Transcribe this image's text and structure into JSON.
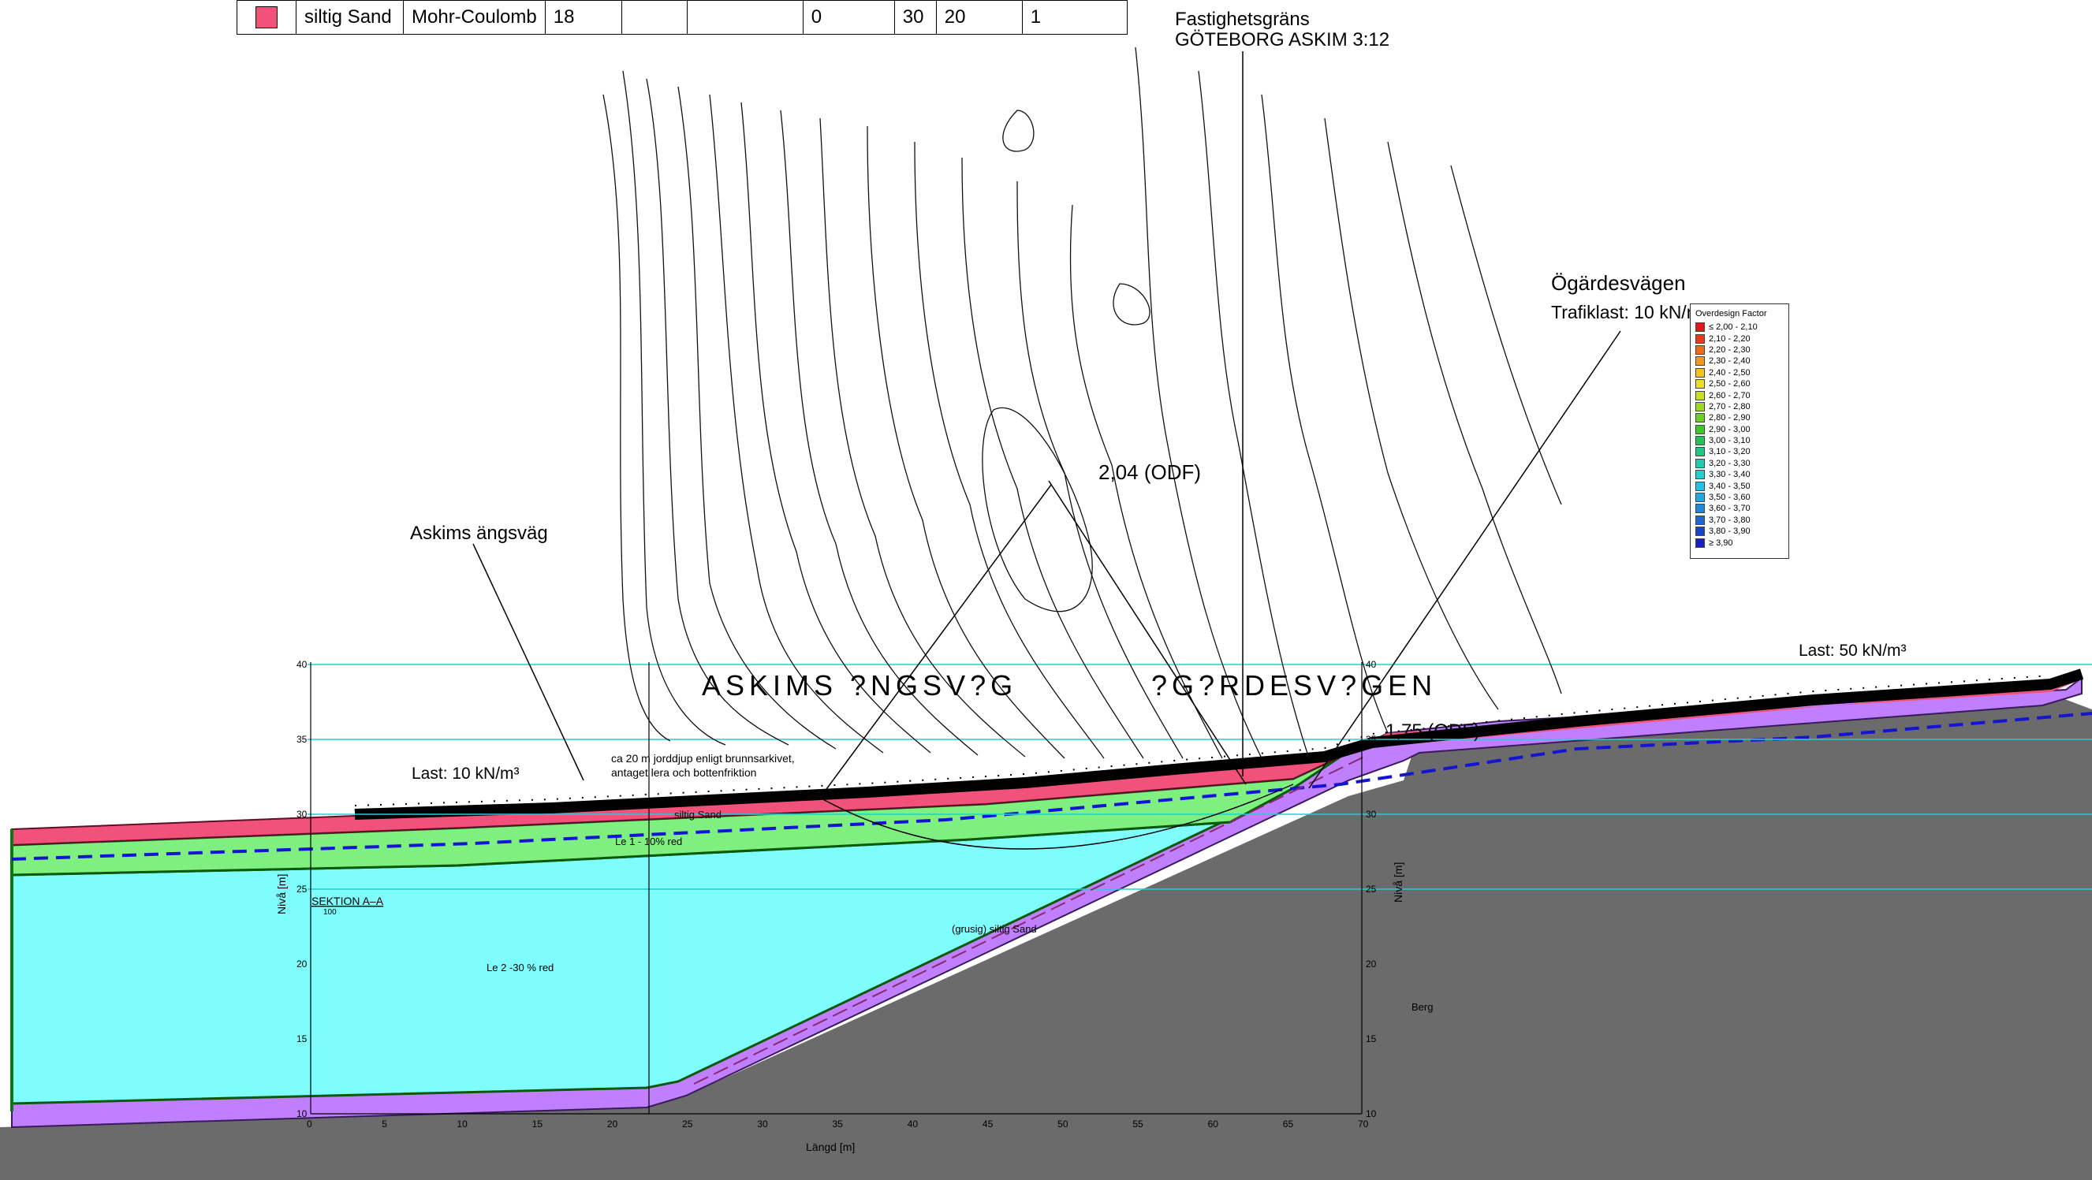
{
  "material_table": {
    "row": [
      "",
      "siltig Sand",
      "Mohr-Coulomb",
      "18",
      "",
      "",
      "0",
      "30",
      "20",
      "1"
    ],
    "swatch_color": "#f2527a"
  },
  "labels": {
    "property_line": "Fastighetsgräns",
    "property_id": "GÖTEBORG ASKIM 3:12",
    "road_right": "Ögärdesvägen",
    "traffic_load": "Trafiklast: 10 kN/m",
    "road_left": "Askims ängsväg",
    "sf_upper": "2,04 (ODF)",
    "sf_lower": "1,75 (ODF)",
    "load_left": "Last: 10 kN/m³",
    "load_right": "Last: 50 kN/m³",
    "note_line1": "ca 20 m jorddjup enligt brunnsarkivet,",
    "note_line2": "antaget lera och bottenfriktion",
    "map_text_left": "ASKIMS ?NGSV?G",
    "map_text_right": "?G?RDESV?GEN",
    "layer_siltig_sand": "siltig Sand",
    "layer_le1": "Le 1 - 10% red",
    "layer_le2": "Le 2 -30 % red",
    "layer_grusig": "(grusig) siltig Sand",
    "layer_berg": "Berg",
    "section": "SEKTION A–A",
    "section_scale": "100",
    "axis_y_label": "Nivå [m]",
    "axis_x_label": "Längd [m]"
  },
  "axis": {
    "x_ticks": [
      "0",
      "5",
      "10",
      "15",
      "20",
      "25",
      "30",
      "35",
      "40",
      "45",
      "50",
      "55",
      "60",
      "65",
      "70"
    ],
    "y_ticks": [
      "10",
      "15",
      "20",
      "25",
      "30",
      "35",
      "40"
    ]
  },
  "legend": {
    "title": "Overdesign Factor",
    "items": [
      {
        "label": "≤ 2,00 - 2,10",
        "color": "#e8141c"
      },
      {
        "label": "2,10 - 2,20",
        "color": "#ea3a1a"
      },
      {
        "label": "2,20 - 2,30",
        "color": "#ef6a19"
      },
      {
        "label": "2,30 - 2,40",
        "color": "#f39a1c"
      },
      {
        "label": "2,40 - 2,50",
        "color": "#f5c21c"
      },
      {
        "label": "2,50 - 2,60",
        "color": "#eede1c"
      },
      {
        "label": "2,60 - 2,70",
        "color": "#c8e01e"
      },
      {
        "label": "2,70 - 2,80",
        "color": "#9ed820"
      },
      {
        "label": "2,80 - 2,90",
        "color": "#6dd022"
      },
      {
        "label": "2,90 - 3,00",
        "color": "#3fc82a"
      },
      {
        "label": "3,00 - 3,10",
        "color": "#22c45a"
      },
      {
        "label": "3,10 - 3,20",
        "color": "#20c888"
      },
      {
        "label": "3,20 - 3,30",
        "color": "#20ccb0"
      },
      {
        "label": "3,30 - 3,40",
        "color": "#20d0d0"
      },
      {
        "label": "3,40 - 3,50",
        "color": "#20c4e8"
      },
      {
        "label": "3,50 - 3,60",
        "color": "#20a8e8"
      },
      {
        "label": "3,60 - 3,70",
        "color": "#1e88e0"
      },
      {
        "label": "3,70 - 3,80",
        "color": "#1c66d8"
      },
      {
        "label": "3,80 - 3,90",
        "color": "#1a44d0"
      },
      {
        "label": "≥ 3,90",
        "color": "#1822c4"
      }
    ]
  },
  "colors": {
    "siltig_sand": "#f2527a",
    "le1": "#7fef7f",
    "le2": "#7ffcfc",
    "grusig": "#bf7fff",
    "berg": "#6b6b6b",
    "water_table": "#1414d2",
    "grid": "#20d0d0"
  }
}
